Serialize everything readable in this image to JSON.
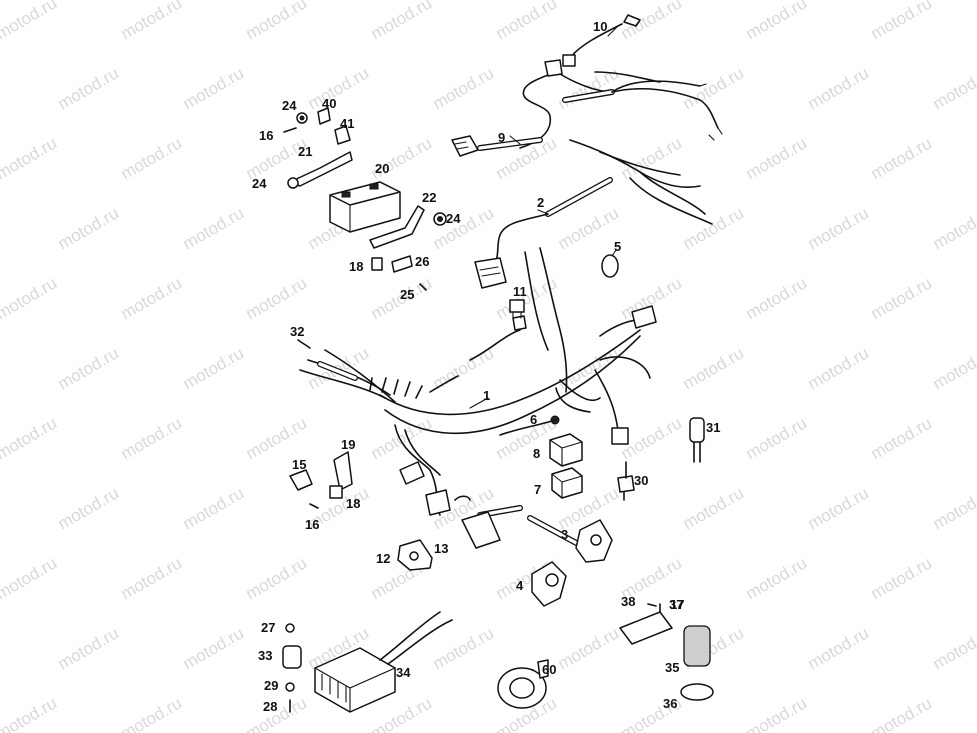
{
  "watermark": "motod.ru",
  "callouts": [
    "1",
    "2",
    "3",
    "4",
    "5",
    "6",
    "7",
    "8",
    "9",
    "10",
    "11",
    "12",
    "13",
    "15",
    "16",
    "16",
    "17",
    "18",
    "18",
    "19",
    "20",
    "21",
    "22",
    "24",
    "24",
    "24",
    "25",
    "26",
    "27",
    "28",
    "29",
    "30",
    "31",
    "32",
    "33",
    "34",
    "35",
    "36",
    "37",
    "38",
    "40",
    "41",
    "60"
  ]
}
